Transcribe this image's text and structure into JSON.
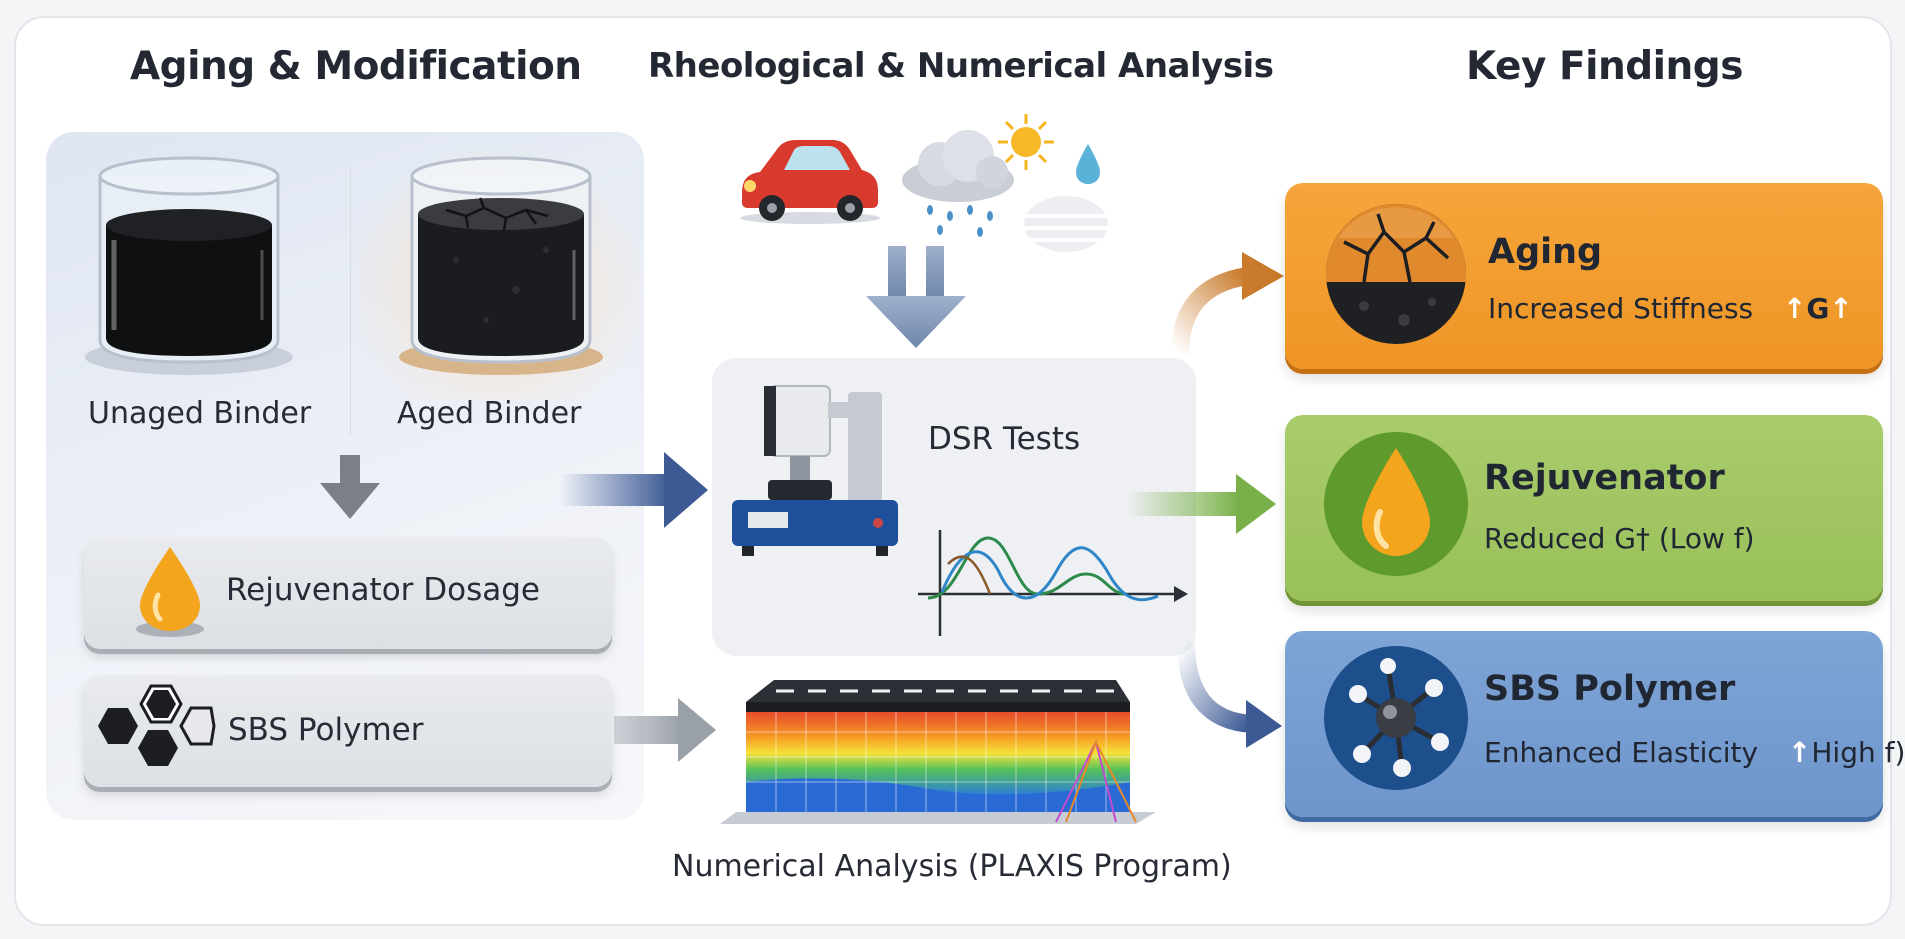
{
  "headers": {
    "left": "Aging & Modification",
    "middle": "Rheological & Numerical Analysis",
    "right": "Key Findings"
  },
  "binders": {
    "unaged_label": "Unaged Binder",
    "aged_label": "Aged Binder"
  },
  "modifiers": {
    "rejuvenator_label": "Rejuvenator Dosage",
    "sbs_label": "SBS Polymer"
  },
  "analysis": {
    "dsr_label": "DSR Tests",
    "numerical_label": "Numerical Analysis (PLAXIS Program)"
  },
  "findings": [
    {
      "title": "Aging",
      "description": "Increased Stiffness",
      "tail": "G",
      "color": "#f29c30",
      "icon": "cracked-binder-icon"
    },
    {
      "title": "Rejuvenator",
      "description": "Reduced G† (Low f)",
      "color": "#a2c764",
      "icon": "oil-drop-icon"
    },
    {
      "title": "SBS Polymer",
      "description": "Enhanced Elasticity",
      "tail": "High f)",
      "color": "#779ed2",
      "icon": "polymer-molecule-icon"
    }
  ]
}
